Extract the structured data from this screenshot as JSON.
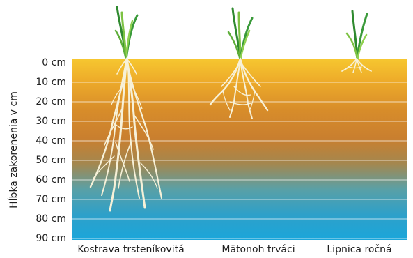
{
  "depth_axis": {
    "title": "Hĺbka zakorenenia v cm",
    "labels": [
      "0 cm",
      "10 cm",
      "20 cm",
      "30 cm",
      "40 cm",
      "50 cm",
      "60 cm",
      "70 cm",
      "80 cm",
      "90 cm"
    ]
  },
  "plants": [
    {
      "name": "Kostrava trsteníkovitá",
      "root_depth_cm": 80
    },
    {
      "name": "Mätonoh trváci",
      "root_depth_cm": 30
    },
    {
      "name": "Lipnica ročná",
      "root_depth_cm": 8
    }
  ],
  "colors": {
    "soil_top": "#f4c534",
    "soil_mid": "#c77a2a",
    "soil_low": "#5a9fae",
    "soil_bottom": "#1ea3d6",
    "root": "#f7f1d8",
    "leaf_light": "#7dc243",
    "leaf_dark": "#2f8a2f"
  }
}
